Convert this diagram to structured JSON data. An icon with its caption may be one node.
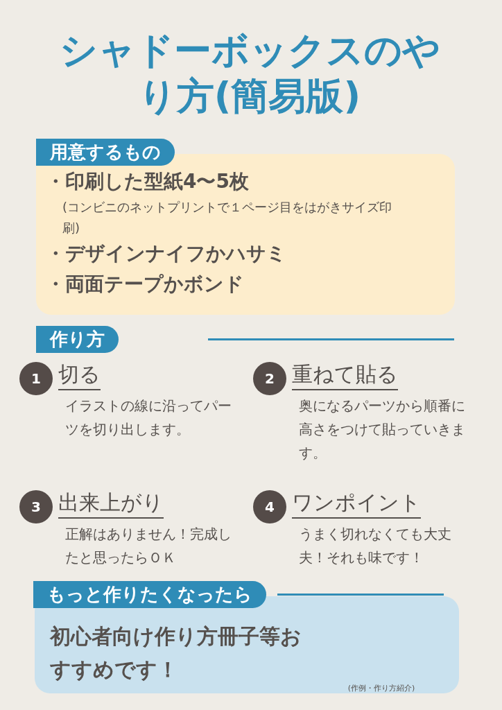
{
  "diagram": {
    "title": "シャドーボックスのやり方(簡易版)",
    "nodes": [
      {
        "text": [
          "用意するもの"
        ]
      },
      {
        "text": [
          "・印刷した型紙4〜5枚",
          "(コンビニのネットプリントで１ページ目をはがきサイズ印刷)",
          "・デザインナイフかハサミ",
          "・両面テープかボンド"
        ]
      },
      {
        "text": [
          "作り方"
        ]
      },
      {
        "text": [
          "1"
        ],
        "beside": [
          "切る",
          "イラストの線に沿ってパーツを切り出します。"
        ]
      },
      {
        "text": [
          "2"
        ],
        "beside": [
          "重ねて貼る",
          "奥になるパーツから順番に高さをつけて貼っていきます。"
        ]
      },
      {
        "text": [
          "3"
        ],
        "beside": [
          "出来上がり",
          "正解はありません！完成したと思ったらＯＫ"
        ]
      },
      {
        "text": [
          "4"
        ],
        "beside": [
          "ワンポイント",
          "うまく切れなくても大丈夫！それも味です！"
        ]
      },
      {
        "text": [
          "もっと作りたくなったら"
        ]
      },
      {
        "text": [
          "初心者向け作り方冊子等おすすめです！"
        ]
      }
    ],
    "edges": [],
    "labels": [
      "(作例・作り方紹介)"
    ]
  }
}
